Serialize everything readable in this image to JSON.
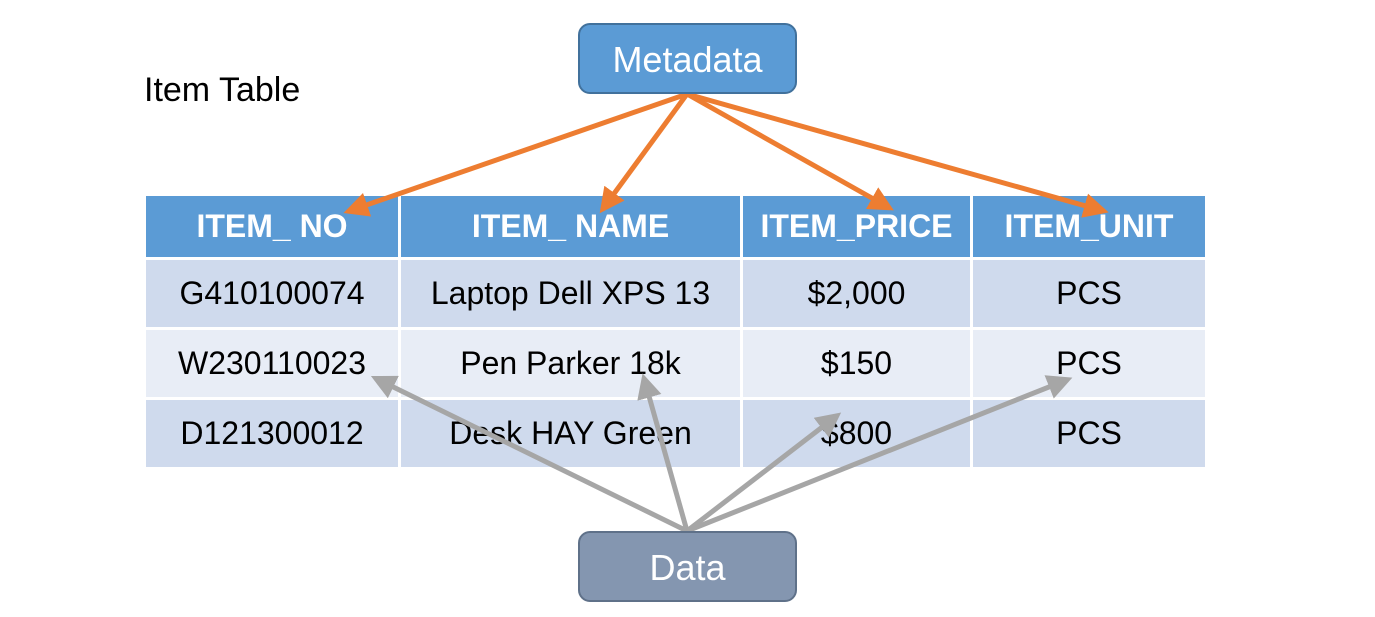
{
  "title": "Item Table",
  "metadata_label": "Metadata",
  "data_label": "Data",
  "table": {
    "headers": [
      "ITEM_ NO",
      "ITEM_ NAME",
      "ITEM_PRICE",
      "ITEM_UNIT"
    ],
    "rows": [
      [
        "G410100074",
        "Laptop Dell XPS 13",
        "$2,000",
        "PCS"
      ],
      [
        "W230110023",
        "Pen Parker 18k",
        "$150",
        "PCS"
      ],
      [
        "D121300012",
        "Desk HAY Green",
        "$800",
        "PCS"
      ]
    ]
  },
  "colors": {
    "metadata_box": "#5b9bd5",
    "data_box": "#8496b0",
    "header_fill": "#5b9bd5",
    "row_band_dark": "#cfdaed",
    "row_band_light": "#e8edf6",
    "metadata_arrow": "#ed7d31",
    "data_arrow": "#a6a6a6"
  }
}
